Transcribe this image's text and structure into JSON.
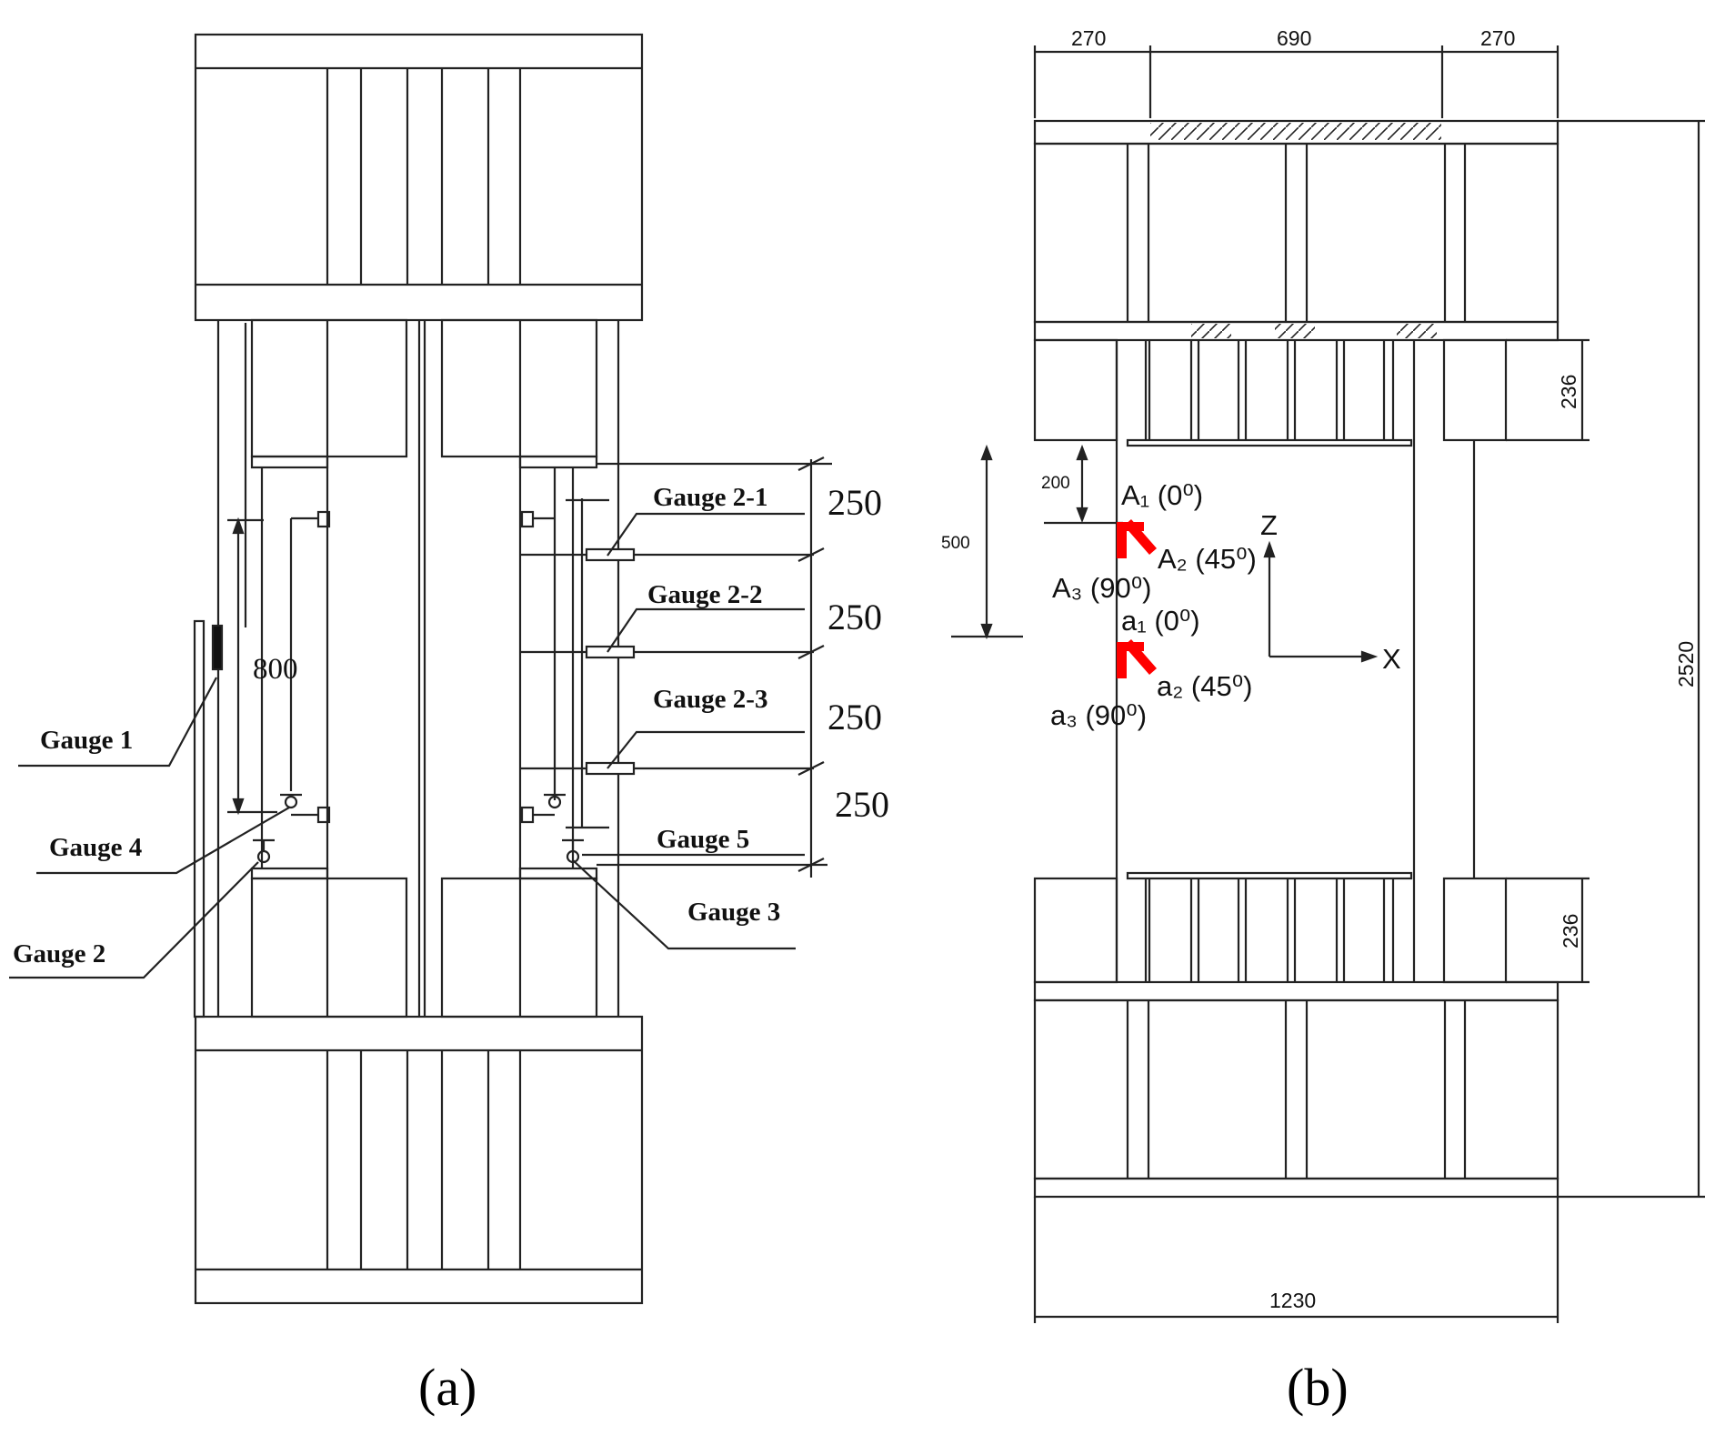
{
  "panel_a": {
    "caption": "(a)",
    "gauges": {
      "g1": "Gauge 1",
      "g2": "Gauge 2",
      "g3": "Gauge 3",
      "g4": "Gauge 4",
      "g5": "Gauge 5",
      "g21": "Gauge 2-1",
      "g22": "Gauge 2-2",
      "g23": "Gauge 2-3"
    },
    "dimensions": {
      "d800": "800",
      "d250a": "250",
      "d250b": "250",
      "d250c": "250",
      "d250d": "250"
    }
  },
  "panel_b": {
    "caption": "(b)",
    "dimensions": {
      "top_left": "270",
      "top_mid": "690",
      "top_right": "270",
      "right_upper": "236",
      "right_lower": "236",
      "right_total": "2520",
      "bottom": "1230",
      "left_200": "200",
      "left_500": "500"
    },
    "rosettes": {
      "A1": "A₁ (0⁰)",
      "A2": "A₂ (45⁰)",
      "A3": "A₃ (90⁰)",
      "a1": "a₁ (0⁰)",
      "a2": "a₂ (45⁰)",
      "a3": "a₃ (90⁰)"
    },
    "axes": {
      "z": "Z",
      "x": "X"
    },
    "rosette_color": "#ff0000"
  }
}
